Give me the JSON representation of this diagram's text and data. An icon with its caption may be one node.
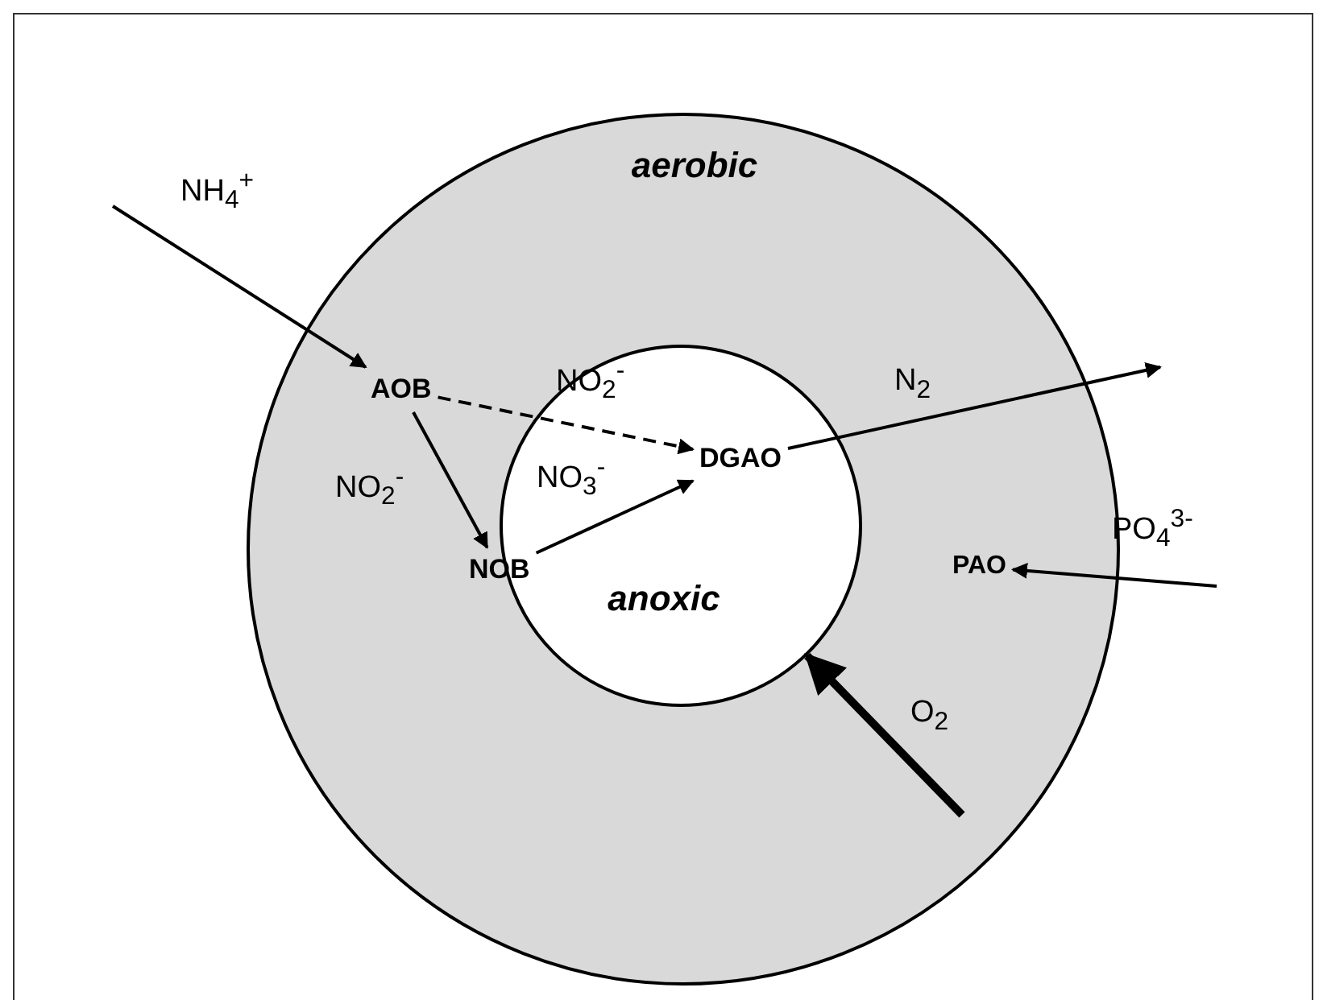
{
  "diagram": {
    "nodes": [
      {
        "text": [
          "aerobic"
        ]
      },
      {
        "text": [
          "anoxic"
        ],
        "in": 0
      },
      {
        "text": [
          "AOB"
        ],
        "in": 0
      },
      {
        "text": [
          "NOB"
        ],
        "in": 0
      },
      {
        "text": [
          "DGAO"
        ],
        "in": 1
      },
      {
        "text": [
          "PAO"
        ],
        "in": 0
      }
    ],
    "edges": [
      {
        "from": null,
        "to": 2,
        "arrow": "to",
        "label": "NH$_{4}$$^{+}$"
      },
      {
        "from": 2,
        "to": 4,
        "arrow": "to",
        "label": "NO$_{2}$$^{-}$",
        "style": "dashed"
      },
      {
        "from": 2,
        "to": 3,
        "arrow": "to",
        "label": "NO$_{2}$$^{-}$"
      },
      {
        "from": 3,
        "to": 4,
        "arrow": "to",
        "label": "NO$_{3}$$^{-}$"
      },
      {
        "from": 4,
        "to": null,
        "arrow": "to",
        "label": "N$_{2}$"
      },
      {
        "from": null,
        "to": 5,
        "arrow": "to",
        "label": "PO$_{4}$$^{3-}$"
      },
      {
        "from": null,
        "to": 1,
        "arrow": "to",
        "label": "O$_{2}$",
        "style": "thick"
      }
    ]
  }
}
